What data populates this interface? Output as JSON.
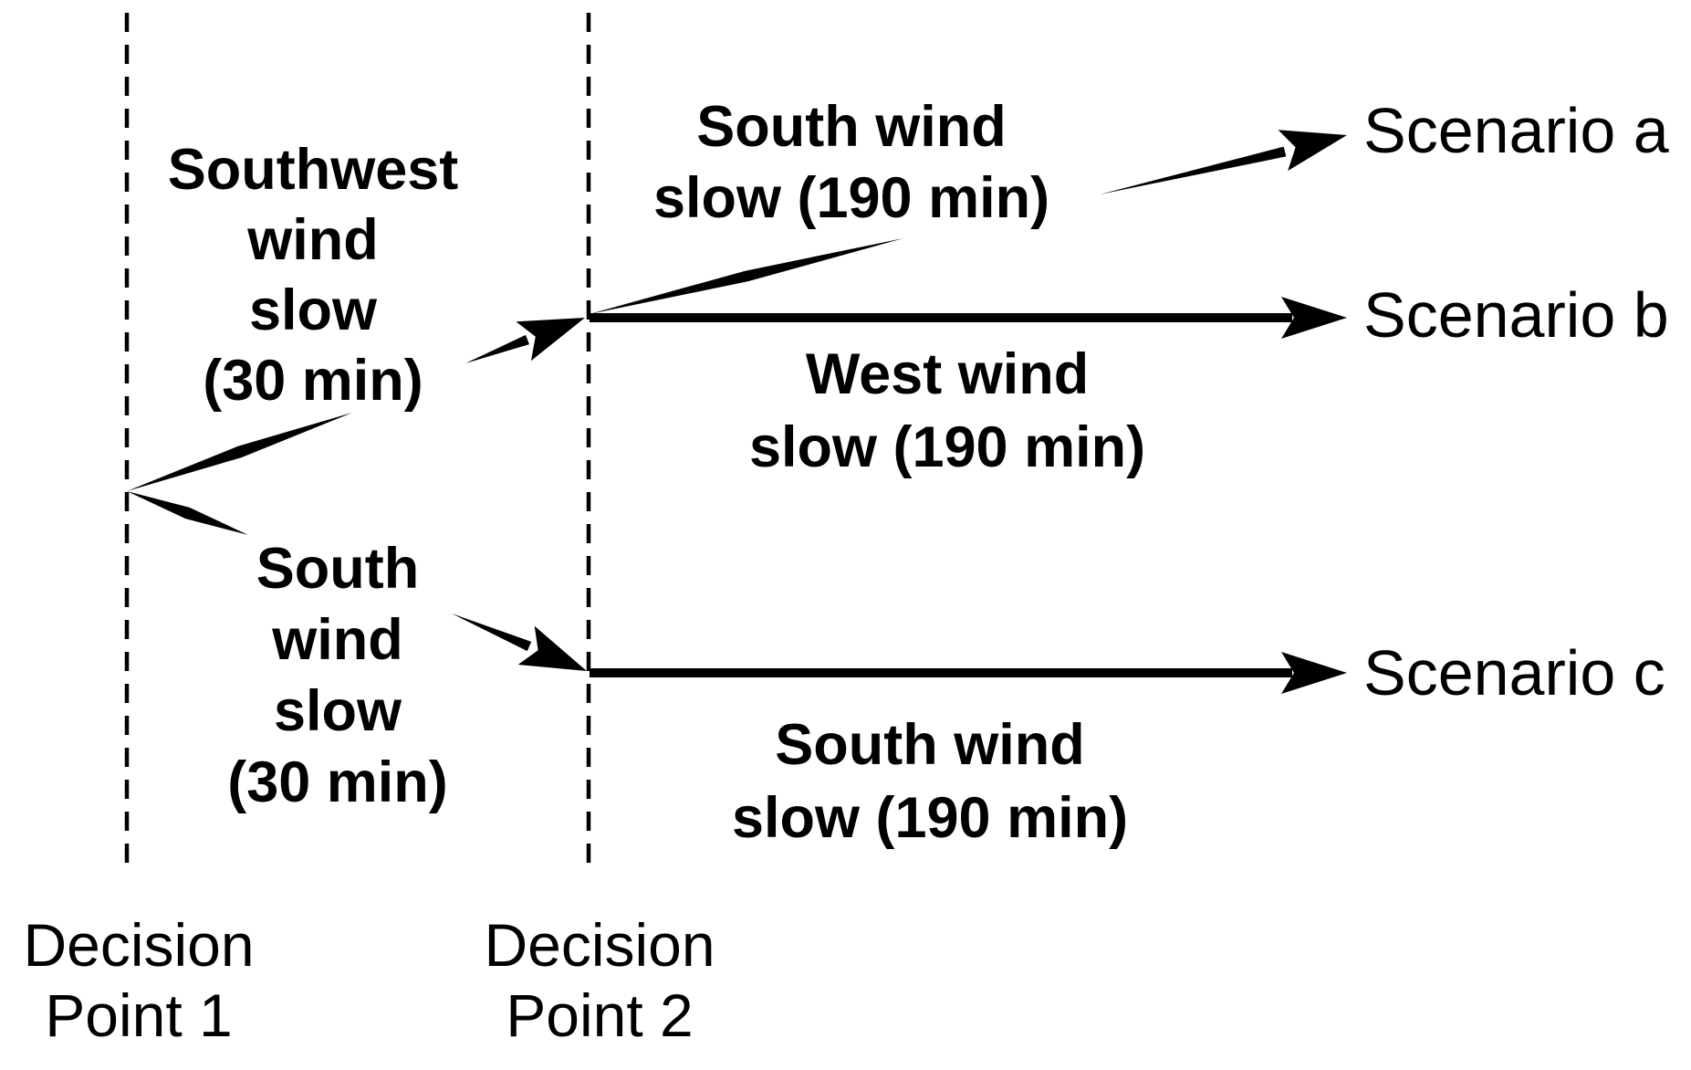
{
  "colors": {
    "ink": "#000000",
    "background": "#ffffff"
  },
  "decision_points": [
    {
      "line1": "Decision",
      "line2": "Point 1"
    },
    {
      "line1": "Decision",
      "line2": "Point 2"
    }
  ],
  "branch_labels": {
    "dp1_upper": [
      "Southwest",
      "wind",
      "slow",
      "(30 min)"
    ],
    "dp1_lower": [
      "South",
      "wind",
      "slow",
      "(30 min)"
    ],
    "dp2_to_a": [
      "South wind",
      "slow (190 min)"
    ],
    "dp2_to_b": [
      "West wind",
      "slow (190 min)"
    ],
    "dp2_to_c": [
      "South wind",
      "slow (190 min)"
    ]
  },
  "scenarios": [
    {
      "label": "Scenario a"
    },
    {
      "label": "Scenario b"
    },
    {
      "label": "Scenario c"
    }
  ]
}
